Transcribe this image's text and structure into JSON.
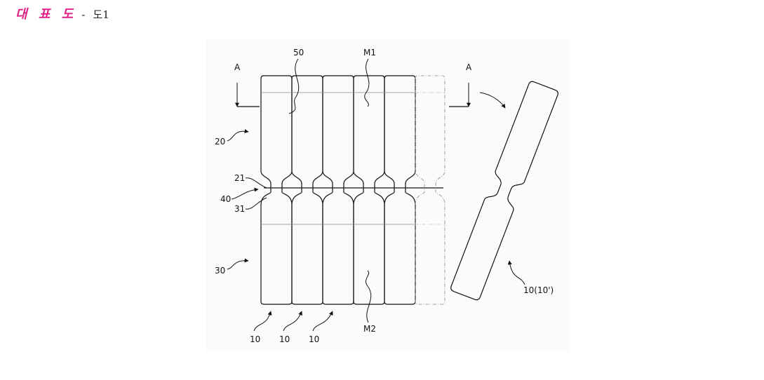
{
  "header": {
    "label": "대 표 도",
    "dash": "-",
    "figure": "도1"
  },
  "labels": {
    "a_left": "A",
    "a_right": "A",
    "l50": "50",
    "m1": "M1",
    "l20": "20",
    "l21": "21",
    "l40": "40",
    "l31": "31",
    "l30": "30",
    "m2": "M2",
    "l10_1": "10",
    "l10_2": "10",
    "l10_3": "10",
    "l10p": "10(10')"
  }
}
